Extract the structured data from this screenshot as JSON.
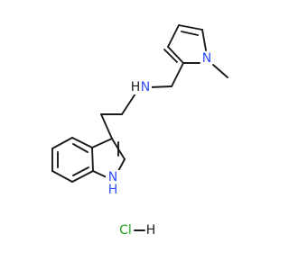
{
  "molecule": {
    "atom_labels": {
      "amine_n": "N",
      "amine_h": "H",
      "pyrrole_n": "N",
      "indole_n": "N",
      "indole_h": "H"
    },
    "salt": {
      "chloride": "Cl",
      "hydrogen": "H"
    },
    "colors": {
      "bond": "#1a1a1a",
      "nitrogen": "#3050f8",
      "hydrogen": "#1a1a1a",
      "chlorine": "#1fa01f"
    }
  }
}
